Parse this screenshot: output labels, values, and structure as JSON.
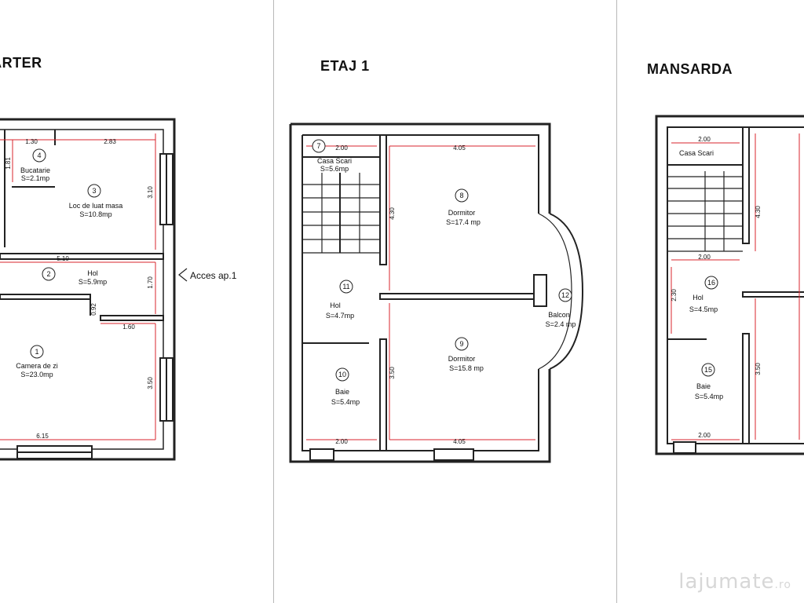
{
  "colors": {
    "wall": "#222222",
    "dim": "#d9262e",
    "text": "#111111"
  },
  "panels": [
    {
      "title": "PARTER"
    },
    {
      "title": "ETAJ 1"
    },
    {
      "title": "MANSARDA"
    }
  ],
  "parter": {
    "rooms": [
      {
        "num": "4",
        "name": "Bucatarie",
        "area": "S=2.1mp"
      },
      {
        "num": "3",
        "name": "Loc de luat masa",
        "area": "S=10.8mp"
      },
      {
        "num": "2",
        "name": "Hol",
        "area": "S=5.9mp"
      },
      {
        "num": "1",
        "name": "Camera de zi",
        "area": "S=23.0mp"
      }
    ],
    "dims": [
      "1.30",
      "2.83",
      "1.81",
      "3.10",
      "5.10",
      "1.70",
      "0.92",
      "1.60",
      "3.50",
      "6.15"
    ],
    "access_label": "Acces ap.1"
  },
  "etaj": {
    "rooms": [
      {
        "num": "7",
        "name": "Casa Scari",
        "area": "S=5.6mp"
      },
      {
        "num": "8",
        "name": "Dormitor",
        "area": "S=17.4 mp"
      },
      {
        "num": "11",
        "name": "Hol",
        "area": "S=4.7mp"
      },
      {
        "num": "12",
        "name": "Balcon",
        "area": "S=2.4 mp"
      },
      {
        "num": "9",
        "name": "Dormitor",
        "area": "S=15.8 mp"
      },
      {
        "num": "10",
        "name": "Baie",
        "area": "S=5.4mp"
      }
    ],
    "dims": [
      "2.00",
      "4.05",
      "4.30",
      "3.50",
      "2.00",
      "4.05"
    ]
  },
  "mansarda": {
    "rooms": [
      {
        "num": "",
        "name": "Casa Scari",
        "area": ""
      },
      {
        "num": "16",
        "name": "Hol",
        "area": "S=4.5mp"
      },
      {
        "num": "15",
        "name": "Baie",
        "area": "S=5.4mp"
      }
    ],
    "dims": [
      "2.00",
      "4.30",
      "2.00",
      "2.30",
      "3.50",
      "2.00"
    ]
  },
  "watermark": {
    "brand": "lajumate",
    "tld": ".ro"
  }
}
